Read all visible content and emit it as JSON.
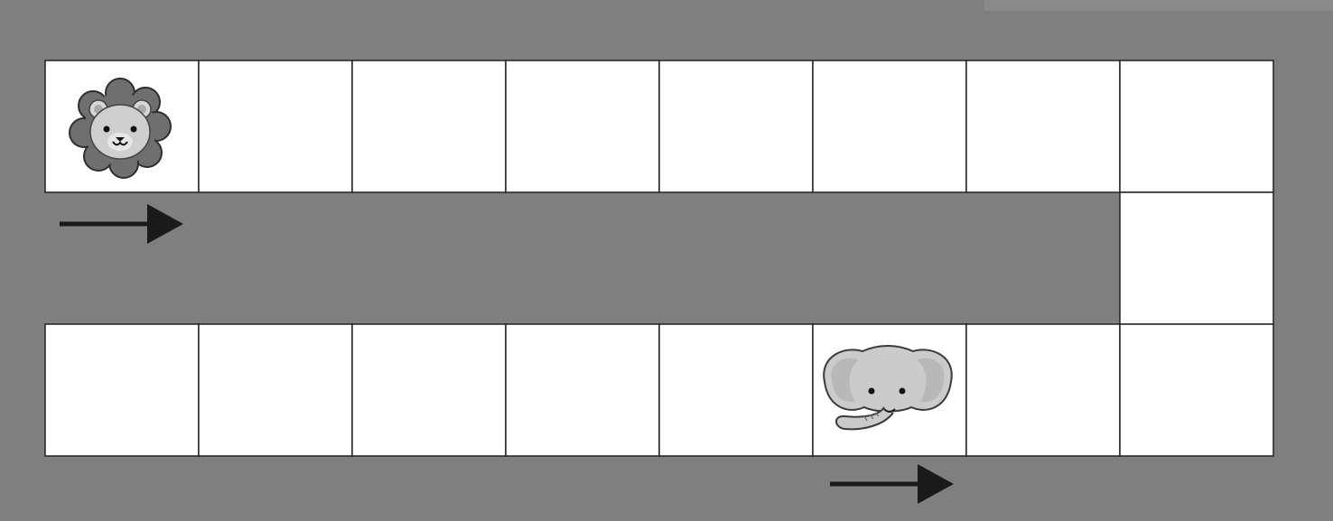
{
  "board": {
    "background_color": "#7f7f80",
    "cell_color": "#ffffff",
    "line_color": "#222222",
    "top_row_cells": 8,
    "right_column_cells": 1,
    "bottom_row_cells": 8,
    "token_colors": {
      "lion_mane": "#6e6e6e",
      "lion_face": "#cfcfcf",
      "elephant": "#c9c9c9"
    }
  },
  "tokens": [
    {
      "name": "lion",
      "icon": "lion-icon",
      "row": "top",
      "cell": 1
    },
    {
      "name": "elephant",
      "icon": "elephant-icon",
      "row": "bottom",
      "cell": 6
    }
  ],
  "arrows": [
    {
      "icon": "arrow-right-icon",
      "direction": "right",
      "row": "middle",
      "after_cell": 1
    },
    {
      "icon": "arrow-right-icon",
      "direction": "right",
      "row": "below-bottom",
      "after_cell": 6
    }
  ]
}
